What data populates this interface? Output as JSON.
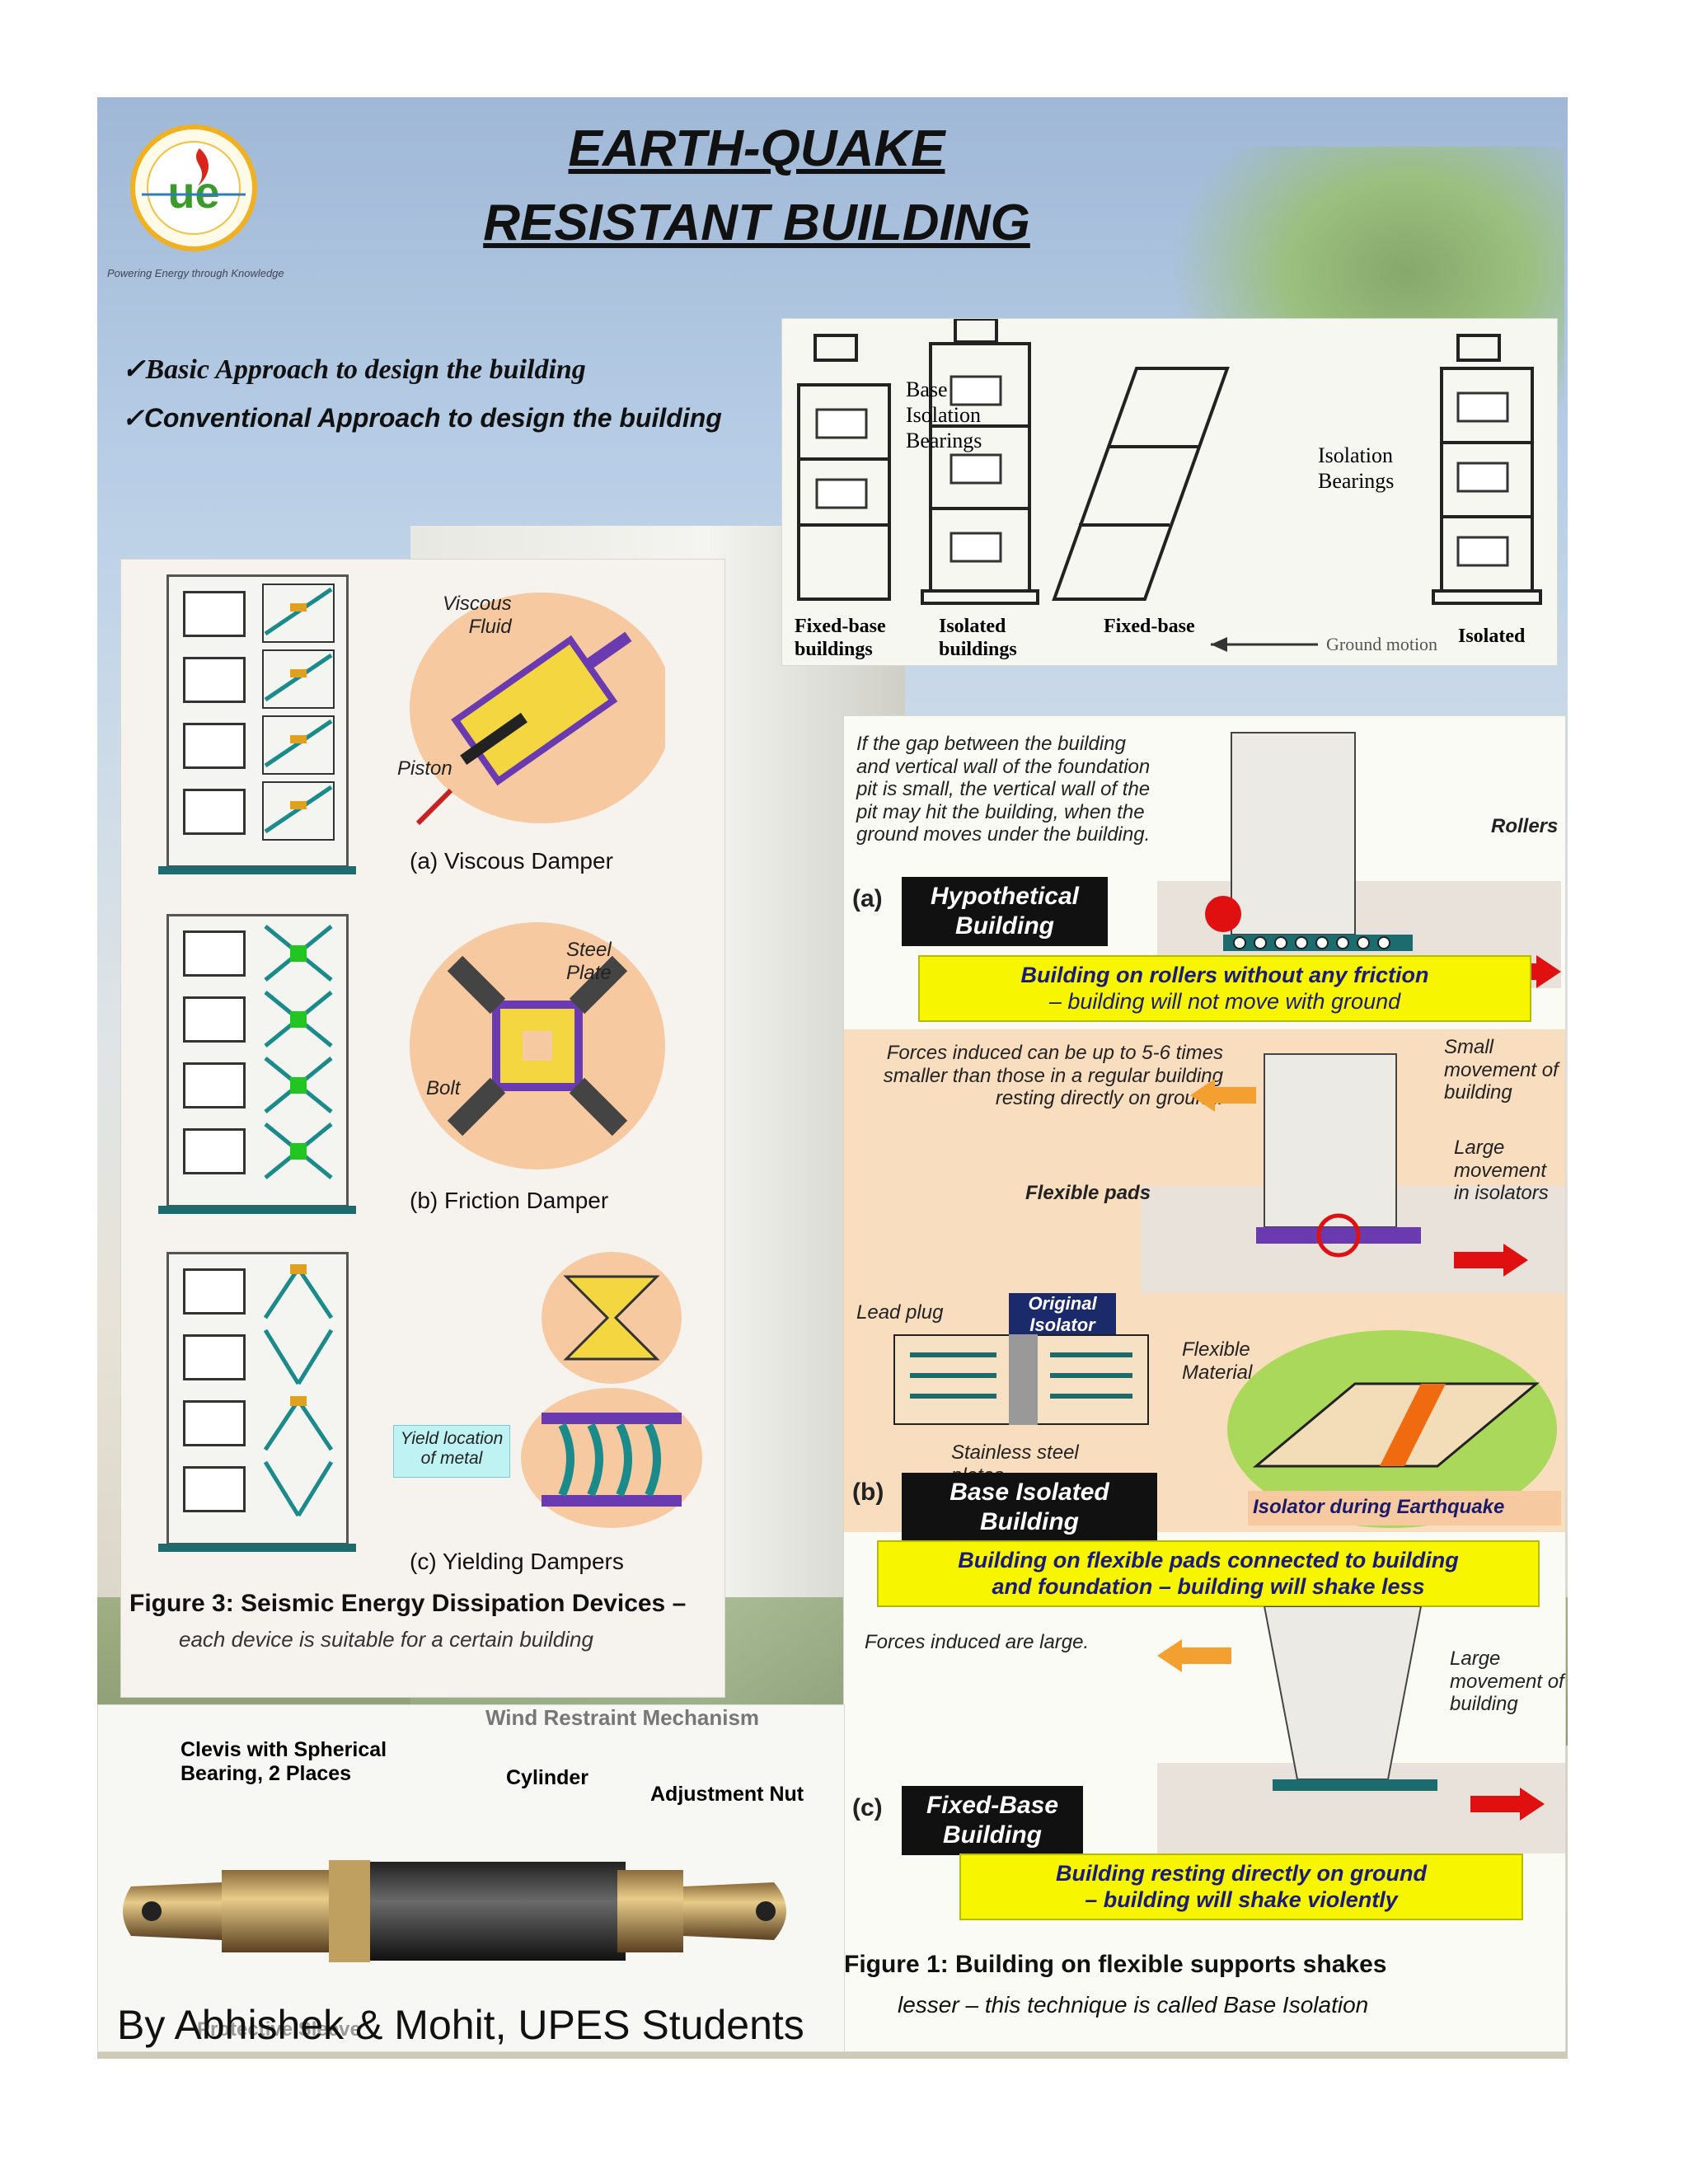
{
  "header": {
    "title_line1": "EARTH-QUAKE",
    "title_line2": "RESISTANT BUILDING",
    "logo_text": "ue",
    "logo_motto": "Powering Energy through Knowledge"
  },
  "bullets": [
    "✓Basic Approach to design the building",
    "✓Conventional Approach to design the building"
  ],
  "isolation_diagram": {
    "base_label": "Base\nIsolation\nBearings",
    "iso_label": "Isolation\nBearings",
    "captions": [
      "Fixed-base buildings",
      "Isolated buildings",
      "Fixed-base",
      "Isolated"
    ],
    "ground_motion": "Ground motion"
  },
  "dampers": {
    "viscous": {
      "caption": "(a) Viscous Damper",
      "fluid": "Viscous\nFluid",
      "piston": "Piston"
    },
    "friction": {
      "caption": "(b) Friction Damper",
      "plate": "Steel\nPlate",
      "bolt": "Bolt"
    },
    "yielding": {
      "caption": "(c) Yielding Dampers",
      "yield": "Yield location\nof metal"
    },
    "figure_caption": "Figure 3: Seismic Energy Dissipation Devices –",
    "figure_sub": "each device is suitable for a certain building"
  },
  "base_isolation": {
    "a_note": "If the gap between the building and vertical wall of the foundation pit is small, the vertical wall of the pit may hit the building, when the ground moves under the building.",
    "rollers": "Rollers",
    "a_tag": "(a)",
    "a_label": "Hypothetical Building",
    "a_yellow_1": "Building on rollers without any friction",
    "a_yellow_2": "– building will not move with ground",
    "forces_small": "Forces induced can be up to 5-6 times smaller than those in a regular building resting directly on ground.",
    "small_movement": "Small movement of building",
    "large_movement_iso": "Large movement in isolators",
    "flexible_pads": "Flexible pads",
    "lead_plug": "Lead plug",
    "original_isolator": "Original Isolator",
    "flexible_material": "Flexible Material",
    "stainless": "Stainless steel plates",
    "b_tag": "(b)",
    "b_label": "Base Isolated Building",
    "isolator_eq": "Isolator during Earthquake",
    "b_yellow_1": "Building on flexible pads connected to building",
    "b_yellow_2": "and foundation – building will shake less",
    "forces_large": "Forces induced are large.",
    "large_movement_bldg": "Large movement of building",
    "c_tag": "(c)",
    "c_label": "Fixed-Base Building",
    "c_yellow_1": "Building resting directly on ground",
    "c_yellow_2": "– building will shake violently",
    "figure_caption": "Figure 1: Building on flexible supports shakes",
    "figure_sub": "lesser – this technique is called Base Isolation"
  },
  "mechanism": {
    "header": "Wind Restraint Mechanism",
    "clevis": "Clevis with Spherical\nBearing, 2 Places",
    "cylinder": "Cylinder",
    "adjustment": "Adjustment Nut",
    "sleeve": "Protective Sleeve"
  },
  "footer": {
    "credit": "By Abhishek & Mohit, UPES Students"
  }
}
